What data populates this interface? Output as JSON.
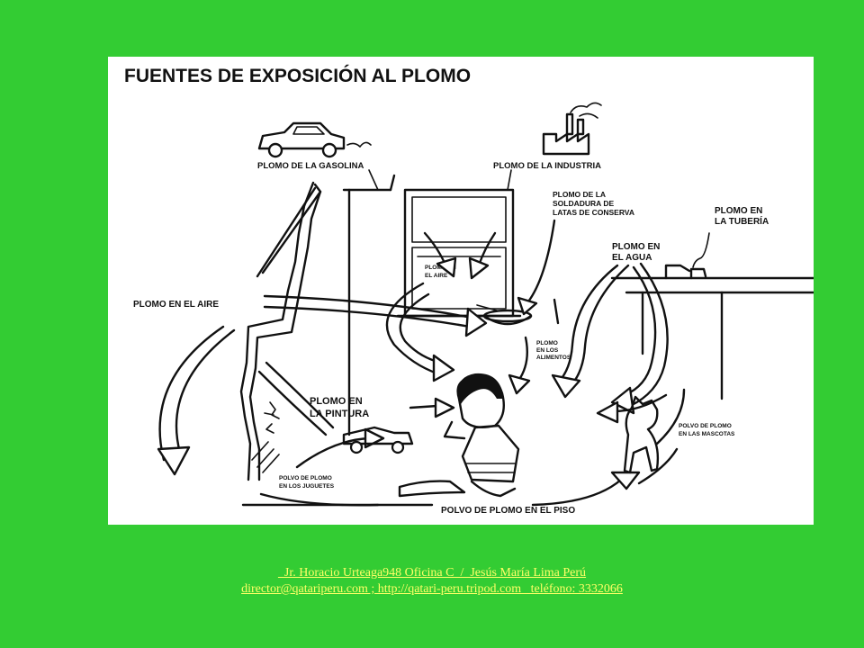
{
  "diagram": {
    "title": "FUENTES DE EXPOSICIÓN AL PLOMO",
    "labels": {
      "gasolina": "PLOMO DE LA GASOLINA",
      "industria": "PLOMO DE LA INDUSTRIA",
      "soldadura_1": "PLOMO DE LA",
      "soldadura_2": "SOLDADURA DE",
      "soldadura_3": "LATAS DE CONSERVA",
      "tuberia_1": "PLOMO EN",
      "tuberia_2": "LA TUBERÍA",
      "agua_1": "PLOMO EN",
      "agua_2": "EL AGUA",
      "aire_small_1": "PLOMO EN",
      "aire_small_2": "EL AIRE",
      "aire": "PLOMO EN EL AIRE",
      "alimentos_1": "PLOMO",
      "alimentos_2": "EN LOS",
      "alimentos_3": "ALIMENTOS",
      "pintura_1": "PLOMO EN",
      "pintura_2": "LA PINTURA",
      "mascotas_1": "POLVO DE PLOMO",
      "mascotas_2": "EN LAS MASCOTAS",
      "juguetes_1": "POLVO DE PLOMO",
      "juguetes_2": "EN LOS JUGUETES",
      "piso": "POLVO DE PLOMO EN EL PISO"
    },
    "icons": [
      "car-icon",
      "factory-icon",
      "window-icon",
      "faucet-icon",
      "food-bowl-icon",
      "child-icon",
      "cat-icon",
      "toy-truck-icon"
    ]
  },
  "footer": {
    "line1": "  Jr. Horacio Urteaga948 Oficina C  /  Jesús María Lima Perú",
    "line2": "director@qatariperu.com ; http://qatari-peru.tripod.com   teléfono: 3332066"
  },
  "colors": {
    "background": "#33cc33",
    "footer_text": "#ffff66",
    "panel": "#ffffff"
  }
}
